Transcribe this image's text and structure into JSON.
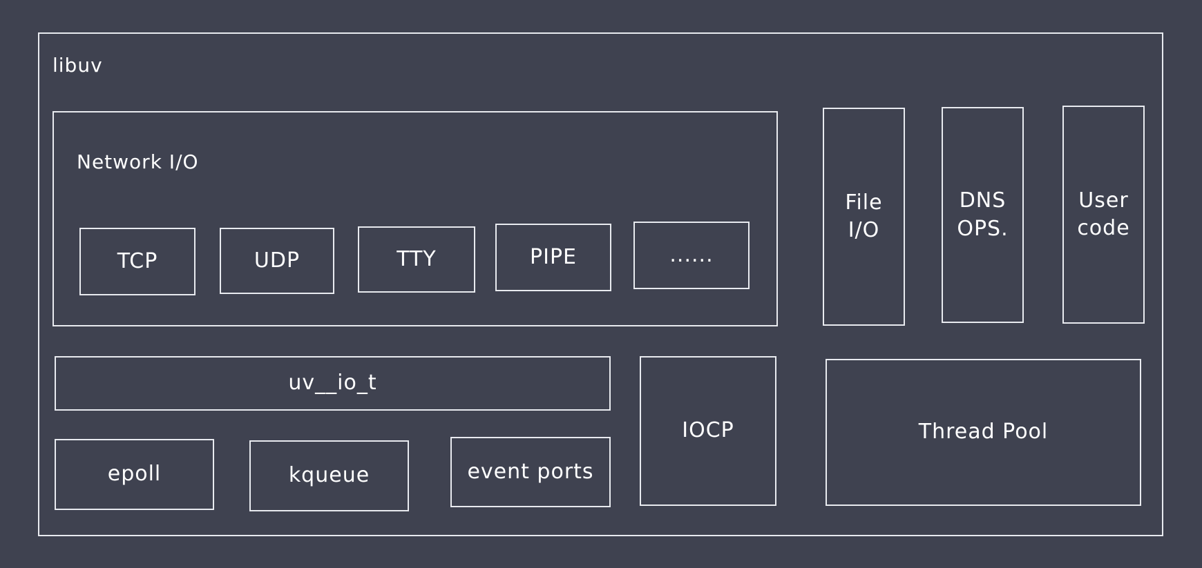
{
  "diagram": {
    "outer_label": "libuv",
    "network": {
      "label": "Network I/O",
      "items": [
        "TCP",
        "UDP",
        "TTY",
        "PIPE",
        "......"
      ]
    },
    "file_io": [
      "File",
      "I/O"
    ],
    "dns_ops": [
      "DNS",
      "OPS."
    ],
    "user_code": [
      "User",
      "code"
    ],
    "uv_io_t": "uv__io_t",
    "backends": [
      "epoll",
      "kqueue",
      "event ports"
    ],
    "iocp": "IOCP",
    "thread_pool": "Thread Pool"
  }
}
